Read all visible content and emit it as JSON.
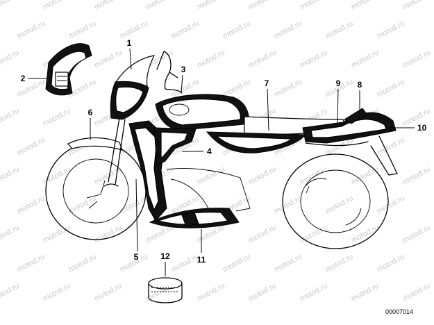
{
  "watermark": "motod.ru",
  "document_number": "00007014",
  "callouts": {
    "c1": "1",
    "c2": "2",
    "c3": "3",
    "c4": "4",
    "c5": "5",
    "c6": "6",
    "c7": "7",
    "c8": "8",
    "c9": "9",
    "c10": "10",
    "c11": "11",
    "c12": "12"
  }
}
